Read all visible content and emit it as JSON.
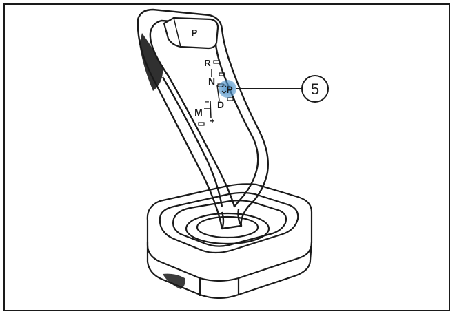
{
  "button": {
    "label": "P"
  },
  "gear_positions": {
    "reverse": "R",
    "neutral": "N",
    "park": "P",
    "drive": "D",
    "manual": "M",
    "minus": "–",
    "plus": "+"
  },
  "callout": {
    "number": "5"
  },
  "colors": {
    "line": "#1a1a1a",
    "highlight": "#4a90c8",
    "background": "#ffffff"
  }
}
